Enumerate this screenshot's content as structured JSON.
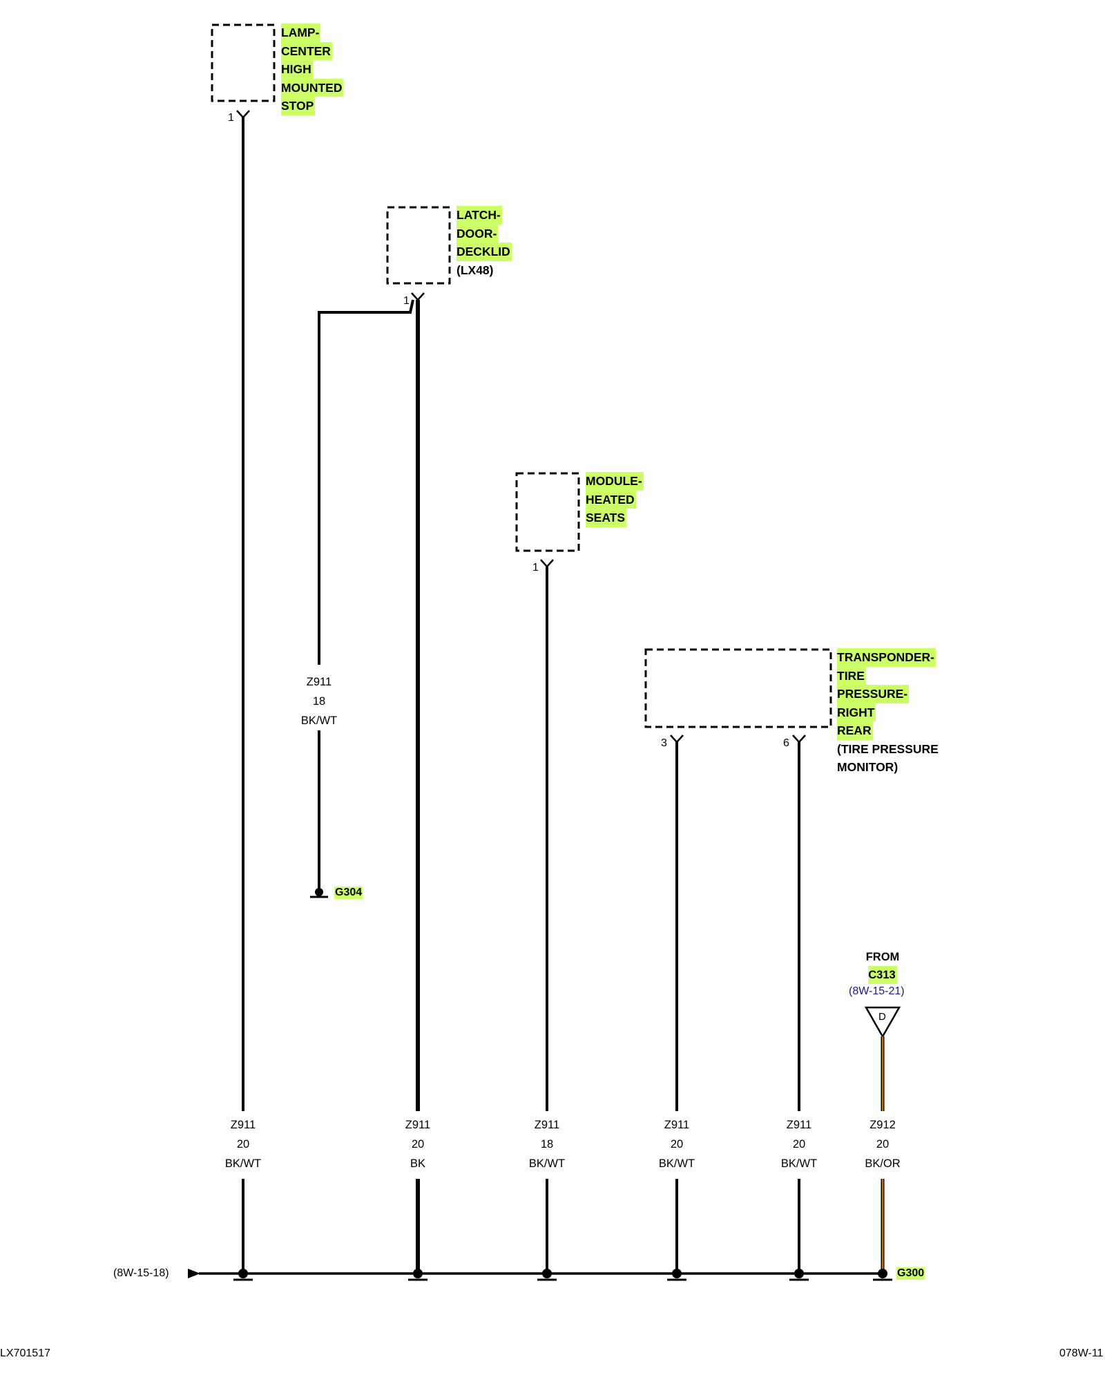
{
  "components": {
    "lamp_chms": {
      "lines": [
        "LAMP-",
        "CENTER",
        "HIGH",
        "MOUNTED",
        "STOP"
      ],
      "extra": [],
      "pins": [
        "1"
      ]
    },
    "latch_decklid": {
      "lines": [
        "LATCH-",
        "DOOR-",
        "DECKLID"
      ],
      "extra": [
        "(LX48)"
      ],
      "pins": [
        "1"
      ]
    },
    "module_heated_seats": {
      "lines": [
        "MODULE-",
        "HEATED",
        "SEATS"
      ],
      "extra": [],
      "pins": [
        "1"
      ]
    },
    "transponder": {
      "lines": [
        "TRANSPONDER-",
        "TIRE",
        "PRESSURE-",
        "RIGHT",
        "REAR"
      ],
      "extra": [
        "(TIRE PRESSURE",
        "MONITOR)"
      ],
      "pins": [
        "3",
        "6"
      ]
    }
  },
  "wires": {
    "latch_ground_branch": {
      "circuit": "Z911",
      "gauge": "18",
      "color": "BK/WT"
    },
    "w1": {
      "circuit": "Z911",
      "gauge": "20",
      "color": "BK/WT"
    },
    "w2": {
      "circuit": "Z911",
      "gauge": "20",
      "color": "BK"
    },
    "w3": {
      "circuit": "Z911",
      "gauge": "18",
      "color": "BK/WT"
    },
    "w4": {
      "circuit": "Z911",
      "gauge": "20",
      "color": "BK/WT"
    },
    "w5": {
      "circuit": "Z911",
      "gauge": "20",
      "color": "BK/WT"
    },
    "w6": {
      "circuit": "Z912",
      "gauge": "20",
      "color": "BK/OR"
    }
  },
  "grounds": {
    "g304": "G304",
    "g300": "G300"
  },
  "connector_from": {
    "from": "FROM",
    "connector": "C313",
    "ref": "(8W-15-21)",
    "cavity": "D"
  },
  "bus_ref": "(8W-15-18)",
  "footer": {
    "left_id": "LX701517",
    "right_id": "078W-11"
  },
  "colors": {
    "highlight": "#ccff66",
    "wire": "#000000",
    "orange_tracer": "#e06a00",
    "ref_link": "#1a1a8c"
  }
}
